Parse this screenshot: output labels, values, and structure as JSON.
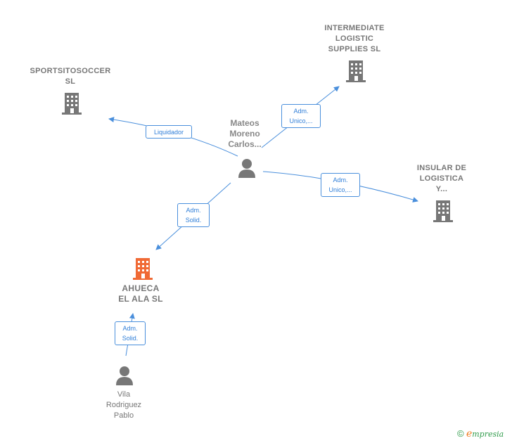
{
  "nodes": {
    "center_person": {
      "lines": [
        "Mateos",
        "Moreno",
        "Carlos..."
      ],
      "icon": "person-icon"
    },
    "sportsitosoccer": {
      "lines": [
        "SPORTSITOSOCCER",
        "SL"
      ],
      "icon": "building-icon"
    },
    "intermediate": {
      "lines": [
        "INTERMEDIATE",
        "LOGISTIC",
        "SUPPLIES  SL"
      ],
      "icon": "building-icon"
    },
    "insular": {
      "lines": [
        "INSULAR DE",
        "LOGISTICA",
        "Y..."
      ],
      "icon": "building-icon"
    },
    "ahueca": {
      "lines": [
        "AHUECA",
        "EL ALA  SL"
      ],
      "icon": "building-icon",
      "highlight": true
    },
    "vila": {
      "lines": [
        "Vila",
        "Rodriguez",
        "Pablo"
      ],
      "icon": "person-icon"
    }
  },
  "edges": {
    "to_sportsitosoccer": {
      "lines": [
        "Liquidador"
      ]
    },
    "to_intermediate": {
      "lines": [
        "Adm.",
        "Unico,..."
      ]
    },
    "to_insular": {
      "lines": [
        "Adm.",
        "Unico,..."
      ]
    },
    "to_ahueca": {
      "lines": [
        "Adm.",
        "Solid."
      ]
    },
    "vila_to_ahueca": {
      "lines": [
        "Adm.",
        "Solid."
      ]
    }
  },
  "colors": {
    "edge": "#4a8fdc",
    "building": "#777777",
    "building_highlight": "#f06a35",
    "person": "#777777"
  },
  "footer": {
    "copyright": "©",
    "brand_initial": "e",
    "brand_rest": "mpresia"
  }
}
